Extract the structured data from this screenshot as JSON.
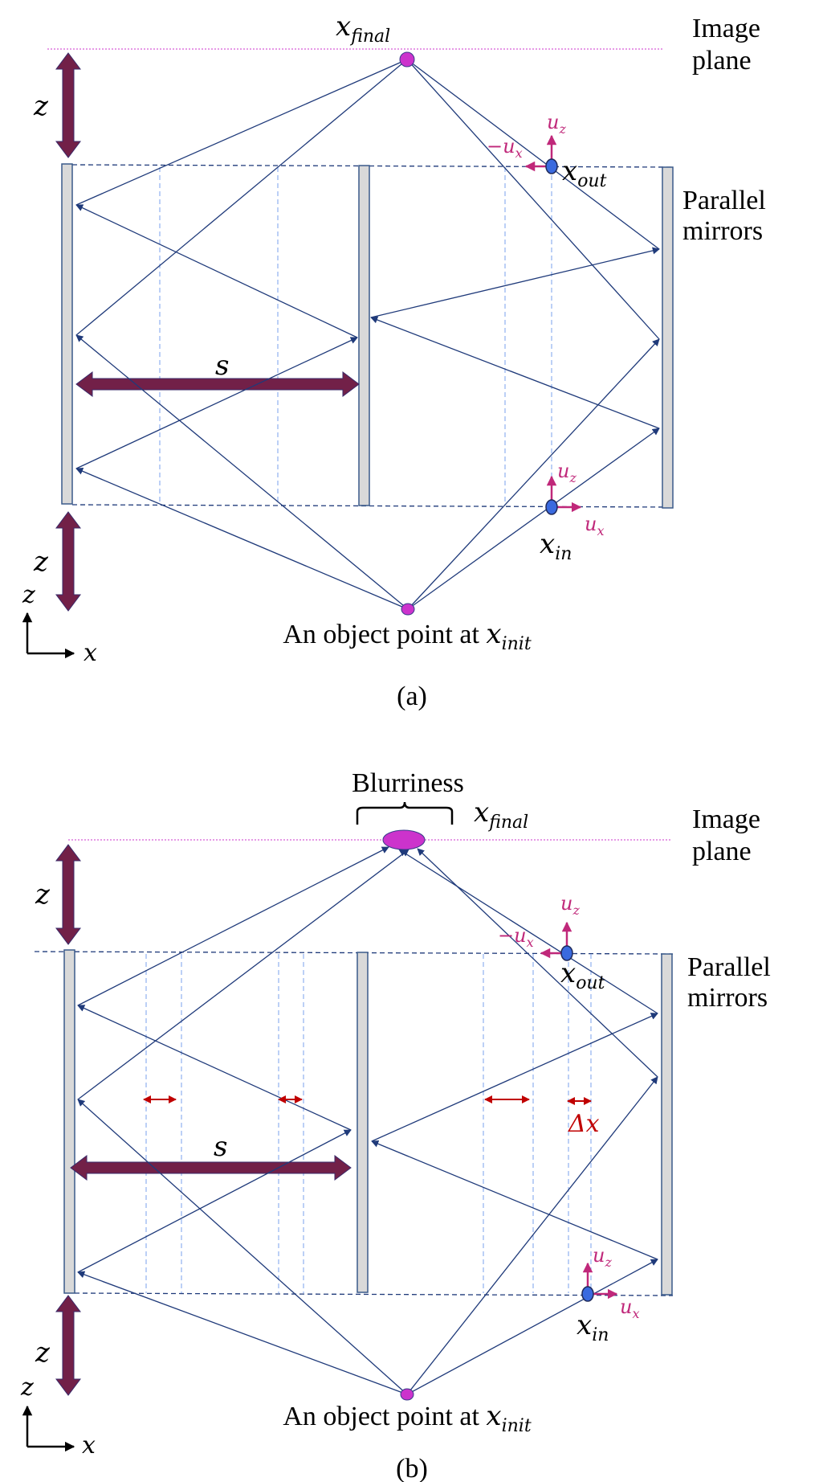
{
  "panels": [
    {
      "caption": "(a)",
      "image_plane": [
        "Image",
        "plane"
      ],
      "mirrors_label": [
        "Parallel",
        "mirrors"
      ],
      "object_label": "An object point at ",
      "x_var": "x",
      "final_sub": "final",
      "out_sub": "out",
      "in_sub": "in",
      "init_sub": "init",
      "u": "u",
      "minus_u": "−u",
      "z_sub": "z",
      "x_sub": "x",
      "z_label": "z",
      "s_label": "s",
      "axis_z": "z",
      "axis_x": "x"
    },
    {
      "caption": "(b)",
      "blurriness": "Blurriness",
      "image_plane": [
        "Image",
        "plane"
      ],
      "mirrors_label": [
        "Parallel",
        "mirrors"
      ],
      "object_label": "An object point at ",
      "x_var": "x",
      "final_sub": "final",
      "out_sub": "out",
      "in_sub": "in",
      "init_sub": "init",
      "u": "u",
      "minus_u": "−u",
      "z_sub": "z",
      "x_sub": "x",
      "z_label": "z",
      "s_label": "s",
      "delta_x": "Δx",
      "axis_z": "z",
      "axis_x": "x"
    }
  ],
  "colors": {
    "ray": "#1f3a7a",
    "mirror_fill": "#d9d9d9",
    "mirror_stroke": "#3a5a8a",
    "dimension_arrow": "#722048",
    "point": "#cc33cc",
    "unit_vector": "#c0287a",
    "blur_arrow": "#c00000",
    "guide": "#8fb0f0"
  }
}
